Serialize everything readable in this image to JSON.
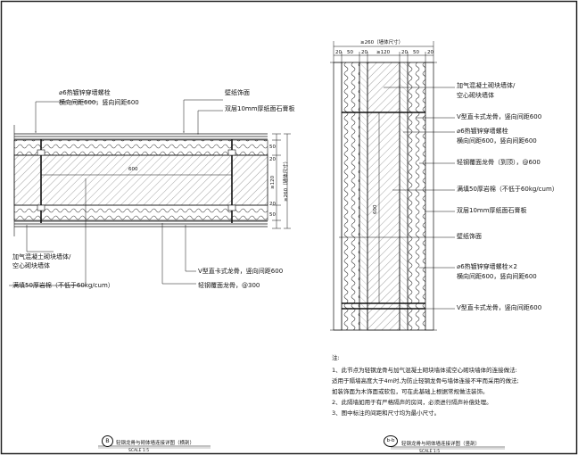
{
  "left_detail": {
    "labels": {
      "anchor_bolt": "⌀6热镀锌穿墙螺栓",
      "anchor_spacing": "横向间距600，竖向间距600",
      "wallpaper": "壁纸饰面",
      "gypsum": "双层10mm厚纸面石膏板",
      "block_wall_1": "加气混凝土砌块墙体/",
      "block_wall_2": "空心砌块墙体",
      "mineral_wool": "满填50厚岩棉（不低于60kg/cum）",
      "v_stud": "V型直卡式龙骨，竖向间距600",
      "furring": "轻钢覆面龙骨，@300"
    },
    "dims": {
      "stud_span": "600",
      "right_50_a": "50",
      "right_20_a": "20",
      "right_120": "≥120",
      "right_20_b": "20",
      "right_50_b": "50",
      "total": "≥260（墙体尺寸）"
    },
    "title": {
      "tag": "B",
      "name": "轻钢龙骨与砌体墙连接详图（横剖）",
      "scale": "SCALE 1:5"
    }
  },
  "right_detail": {
    "labels": {
      "block_wall_1": "加气混凝土砌块墙体/",
      "block_wall_2": "空心砌块墙体",
      "v_stud": "V型直卡式龙骨，竖向间距600",
      "anchor_bolt": "⌀6热镀锌穿墙螺栓",
      "anchor_spacing": "横向间距600，竖向间距600",
      "furring": "轻钢覆面龙骨（到顶），@600",
      "mineral_wool": "满填50厚岩棉（不低于60kg/cum）",
      "gypsum": "双层10mm厚纸面石膏板",
      "wallpaper": "壁纸饰面",
      "anchor_bolt_2": "⌀6热镀锌穿墙螺栓×2",
      "anchor_spacing_2": "横向间距600，竖向间距600",
      "v_stud_2": "V型直卡式龙骨，竖向间距600"
    },
    "dims": {
      "total": "≥260（墙体尺寸）",
      "d1": "20",
      "d2": "50",
      "d3": "20",
      "d4": "≥120",
      "d5": "20",
      "d6": "50",
      "d7": "20",
      "stud_span": "600"
    },
    "title": {
      "tag": "b-b",
      "name": "轻钢龙骨与砌体墙连接详图（竖剖）",
      "scale": "SCALE 1:5"
    }
  },
  "notes": {
    "heading": "注:",
    "lines": [
      "1、此节点为轻钢龙骨与加气混凝土砌块墙体或空心砌块墙体的连接做法:",
      "适用于隔墙高度大于4m时,为防止轻钢龙骨与墙体连接不牢而采用的做法;",
      "如装饰面为木饰面或软包，可在此基础上根据常规做法装饰。",
      "2、此隔墙如用于有严格隔声的房间，必须进行隔声补偿处理。",
      "3、图中标注的间距和尺寸均为最小尺寸。"
    ]
  }
}
